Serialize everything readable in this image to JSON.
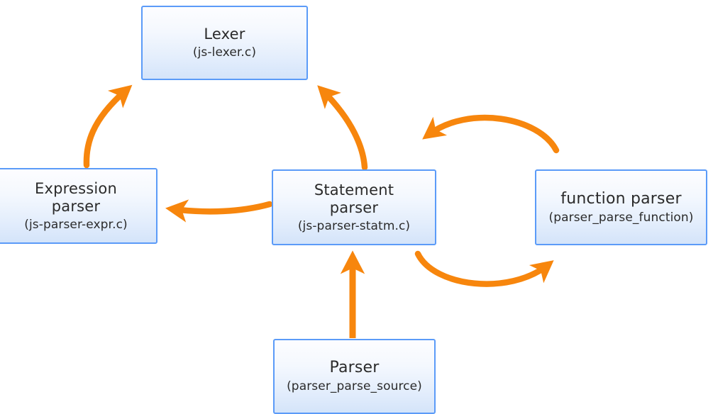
{
  "diagram": {
    "title": "JS parser module call-flow diagram",
    "colors": {
      "arrow": "#F7860D",
      "box_border": "#5B9BF8",
      "box_fill_top": "#FDFDFF",
      "box_fill_bottom": "#D4E4FA",
      "text": "#2B2B2B",
      "background": "#FFFFFF"
    },
    "nodes": [
      {
        "id": "lexer",
        "title": "Lexer",
        "subtitle": "(js-lexer.c)"
      },
      {
        "id": "expression-parser",
        "title": "Expression\nparser",
        "subtitle": "(js-parser-expr.c)"
      },
      {
        "id": "statement-parser",
        "title": "Statement\nparser",
        "subtitle": "(js-parser-statm.c)"
      },
      {
        "id": "function-parser",
        "title": "function parser",
        "subtitle": "(parser_parse_function)"
      },
      {
        "id": "parser",
        "title": "Parser",
        "subtitle": "(parser_parse_source)"
      }
    ],
    "edges": [
      {
        "id": "expression-to-lexer",
        "from": "expression-parser",
        "to": "lexer",
        "style": "curved",
        "label": ""
      },
      {
        "id": "statement-to-lexer",
        "from": "statement-parser",
        "to": "lexer",
        "style": "curved",
        "label": ""
      },
      {
        "id": "statement-to-expression",
        "from": "statement-parser",
        "to": "expression-parser",
        "style": "curved",
        "label": ""
      },
      {
        "id": "function-to-statement",
        "from": "function-parser",
        "to": "statement-parser",
        "style": "arc-over",
        "label": ""
      },
      {
        "id": "statement-to-function",
        "from": "statement-parser",
        "to": "function-parser",
        "style": "arc-under",
        "label": ""
      },
      {
        "id": "parser-to-statement",
        "from": "parser",
        "to": "statement-parser",
        "style": "straight",
        "label": ""
      }
    ]
  }
}
